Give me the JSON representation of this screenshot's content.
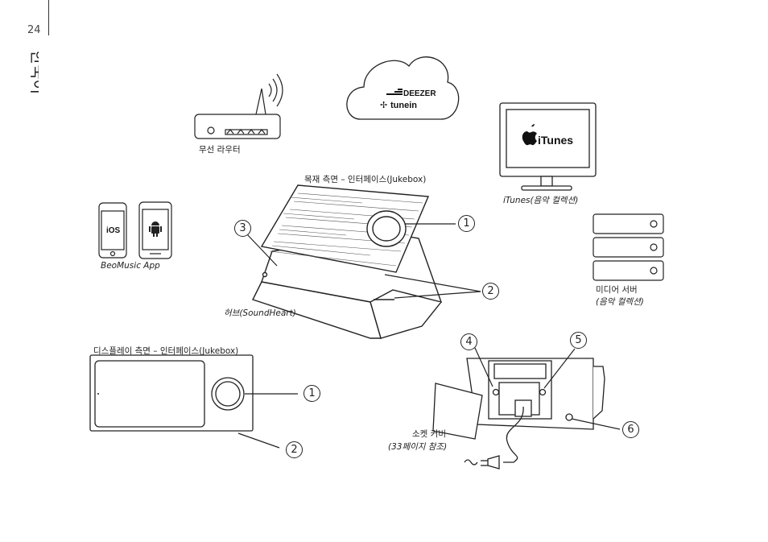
{
  "page": {
    "number": "24",
    "language": "한국어"
  },
  "services": {
    "deezer": "DEEZER",
    "tunein": "tunein",
    "itunes": "iTunes"
  },
  "devices": {
    "ios": "iOS"
  },
  "labels": {
    "router": "무선 라우터",
    "wood_side": "목재 측면 – 인터페이스(Jukebox)",
    "itunes_collection": "iTunes(음악 컬렉션)",
    "beomusic_app": "BeoMusic App",
    "media_server_line1": "미디어 서버",
    "media_server_line2": "(음악 컬렉션)",
    "hub": "허브(SoundHeart)",
    "display_side": "디스플레이 측면 – 인터페이스(Jukebox)",
    "socket_cover_line1": "소켓 커버",
    "socket_cover_line2": "(33페이지 참조)"
  },
  "callouts": {
    "top_1": "1",
    "top_2": "2",
    "top_3": "3",
    "display_1": "1",
    "display_2": "2",
    "socket_4": "4",
    "socket_5": "5",
    "socket_6": "6"
  }
}
